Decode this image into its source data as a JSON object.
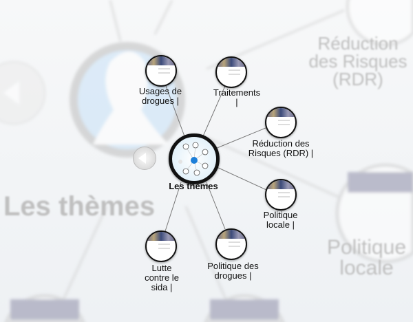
{
  "background": {
    "faded_labels": [
      "Les thèmes",
      "Réduction des Risques (RDR)",
      "Politique locale"
    ]
  },
  "graph": {
    "center": {
      "label": "Les thèmes"
    },
    "children": [
      {
        "label": "Usages de drogues |"
      },
      {
        "label": "Traitements |"
      },
      {
        "label": "Réduction des Risques (RDR) |"
      },
      {
        "label": "Politique locale |"
      },
      {
        "label": "Politique des drogues |"
      },
      {
        "label": "Lutte contre le sida |"
      }
    ]
  },
  "controls": {
    "back_icon": "left-arrow-icon"
  },
  "colors": {
    "edge": "#777777",
    "node_border": "#111111",
    "accent": "#1e7fd8"
  }
}
